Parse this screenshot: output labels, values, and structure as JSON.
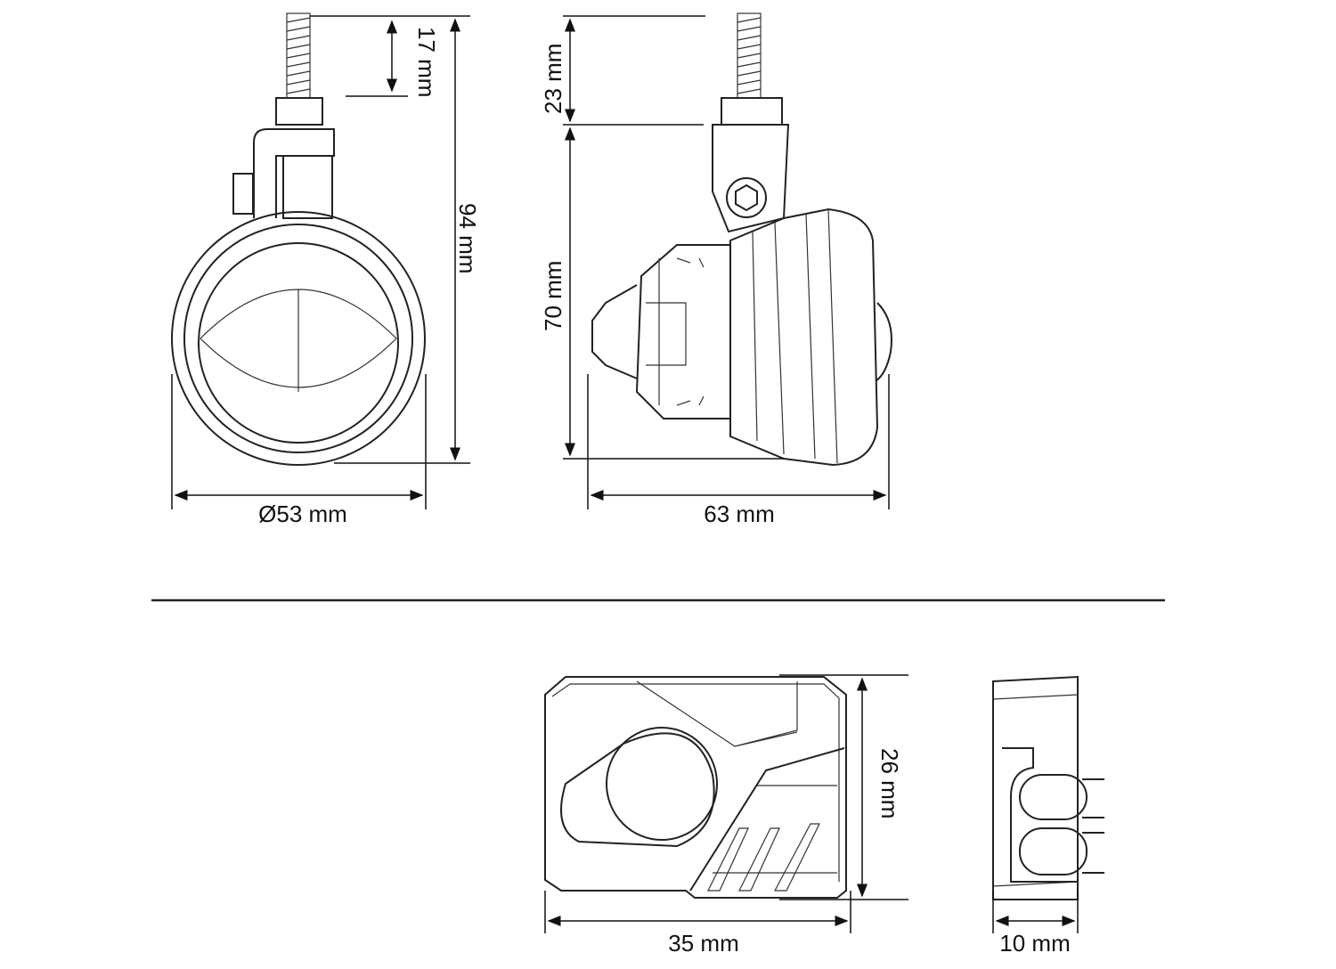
{
  "dimensions": {
    "bolt_length": "17 mm",
    "total_height": "94 mm",
    "diameter": "Ø53 mm",
    "mount_height": "23 mm",
    "housing_height": "70 mm",
    "depth": "63 mm",
    "bracket_height": "26 mm",
    "bracket_width": "35 mm",
    "bracket_depth": "10 mm"
  }
}
